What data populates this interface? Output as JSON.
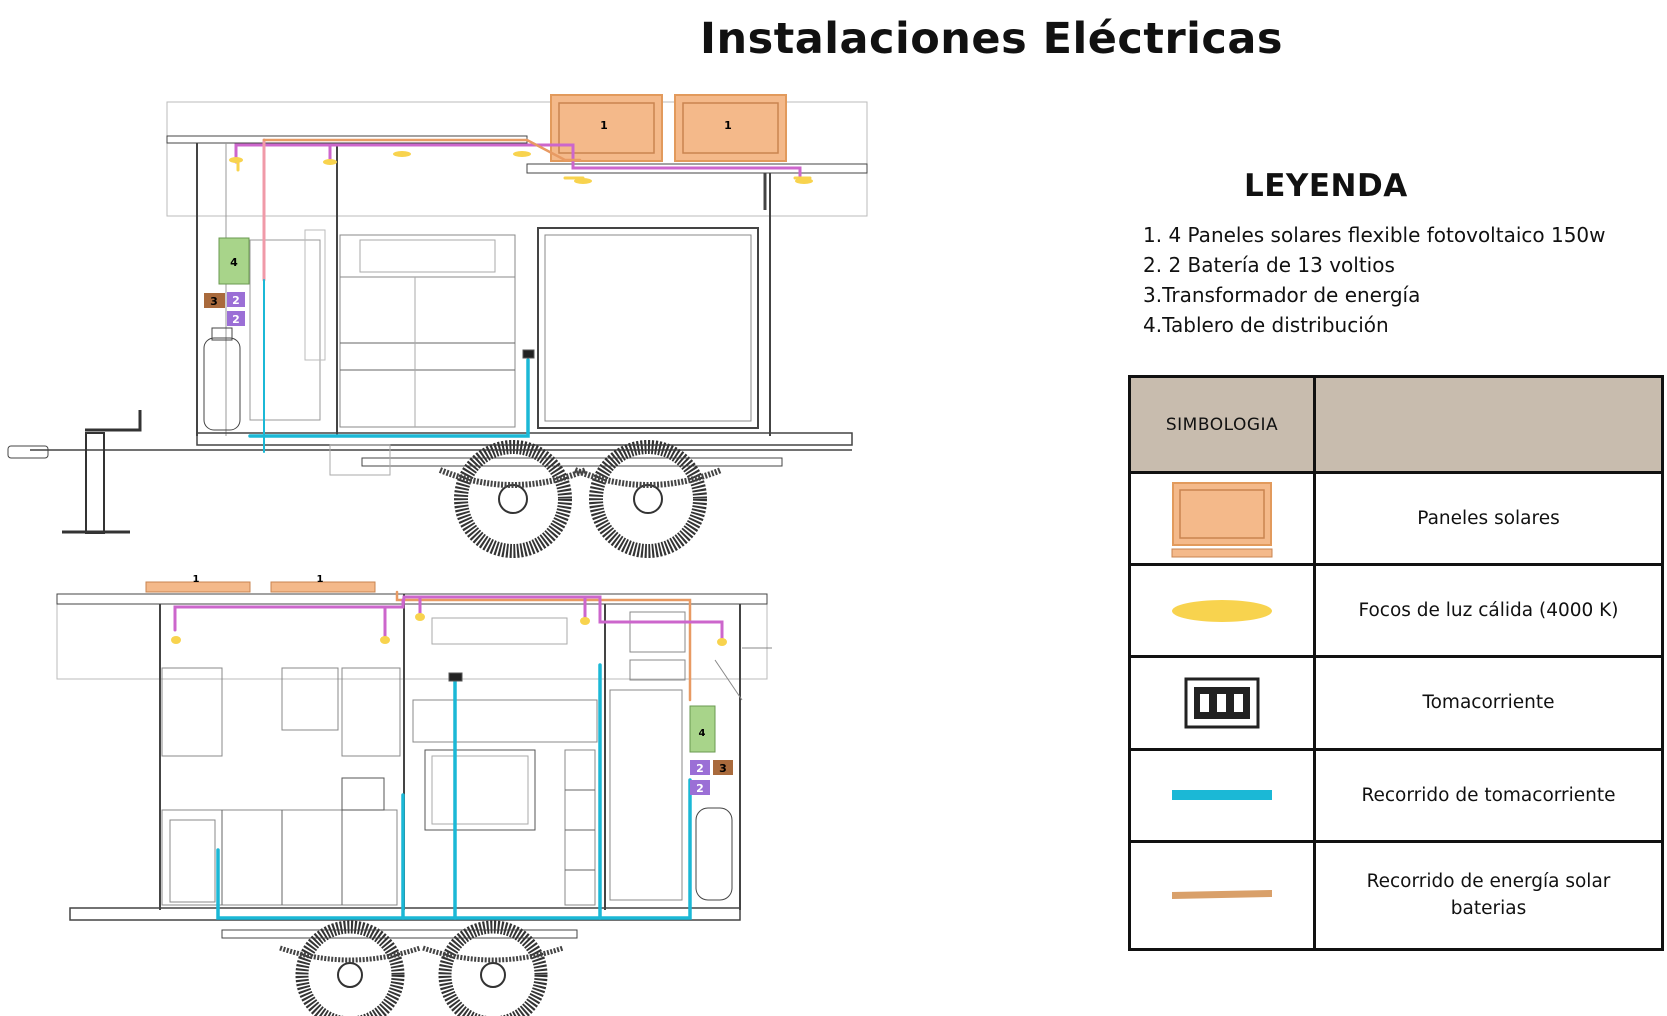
{
  "title": "Instalaciones Eléctricas",
  "legend": {
    "title": "LEYENDA",
    "items": [
      "1. 4 Paneles solares flexible  fotovoltaico 150w",
      "2. 2 Batería de 13 voltios",
      "3.Transformador de energía",
      "4.Tablero de distribución"
    ]
  },
  "symbology": {
    "header": "SIMBOLOGIA",
    "rows": [
      {
        "label": "Paneles solares",
        "symbol": "solar-panel-icon"
      },
      {
        "label": "Focos de luz cálida (4000 K)",
        "symbol": "light-bulb-icon"
      },
      {
        "label": "Tomacorriente",
        "symbol": "outlet-icon"
      },
      {
        "label": "Recorrido de tomacorriente",
        "symbol": "outlet-route-line"
      },
      {
        "label": "Recorrido de energía solar baterias",
        "symbol": "solar-route-line"
      }
    ]
  },
  "diagram": {
    "top_view": {
      "panel_labels": [
        "1",
        "1"
      ],
      "distribution_board": "4",
      "transformer": "3",
      "batteries": [
        "2",
        "2"
      ]
    },
    "bottom_view": {
      "panel_labels": [
        "1",
        "1"
      ],
      "distribution_board": "4",
      "transformer": "3",
      "batteries": [
        "2",
        "2"
      ]
    }
  },
  "colors": {
    "panel_fill": "#f4b98a",
    "panel_stroke": "#e29a5c",
    "light": "#f8d34e",
    "outlet_route": "#1bb8d6",
    "solar_route": "#d9a06a",
    "power_route": "#cc66cc",
    "pink_route": "#f09aa8",
    "board": "#a8d48a",
    "battery": "#9b6fd6",
    "transformer": "#a96a3c",
    "table_header": "#c8bcae",
    "line": "#555555"
  }
}
